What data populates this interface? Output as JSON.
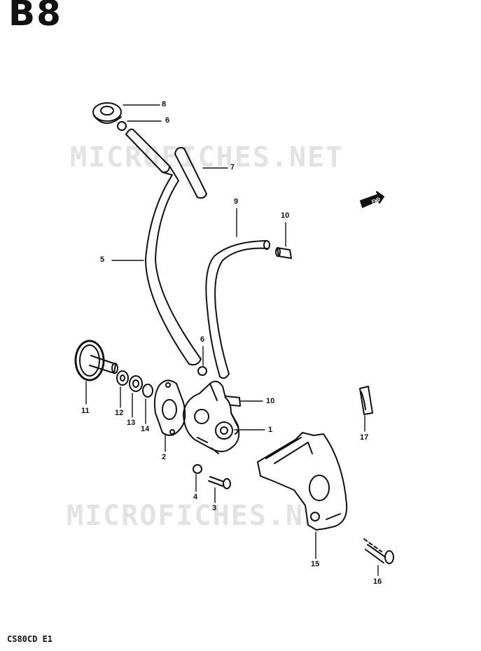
{
  "page_code": "B8",
  "model_code": "CS80CD E1",
  "watermarks": [
    "MICROFICHES.NET",
    "MICROFICHES.NET"
  ],
  "direction_tag": "FWD",
  "callouts": {
    "c1": "1",
    "c2": "2",
    "c3": "3",
    "c4": "4",
    "c5": "5",
    "c6a": "6",
    "c6b": "6",
    "c7": "7",
    "c8": "8",
    "c9": "9",
    "c10a": "10",
    "c10b": "10",
    "c11": "11",
    "c12": "12",
    "c13": "13",
    "c14": "14",
    "c15": "15",
    "c16": "16",
    "c17": "17"
  }
}
